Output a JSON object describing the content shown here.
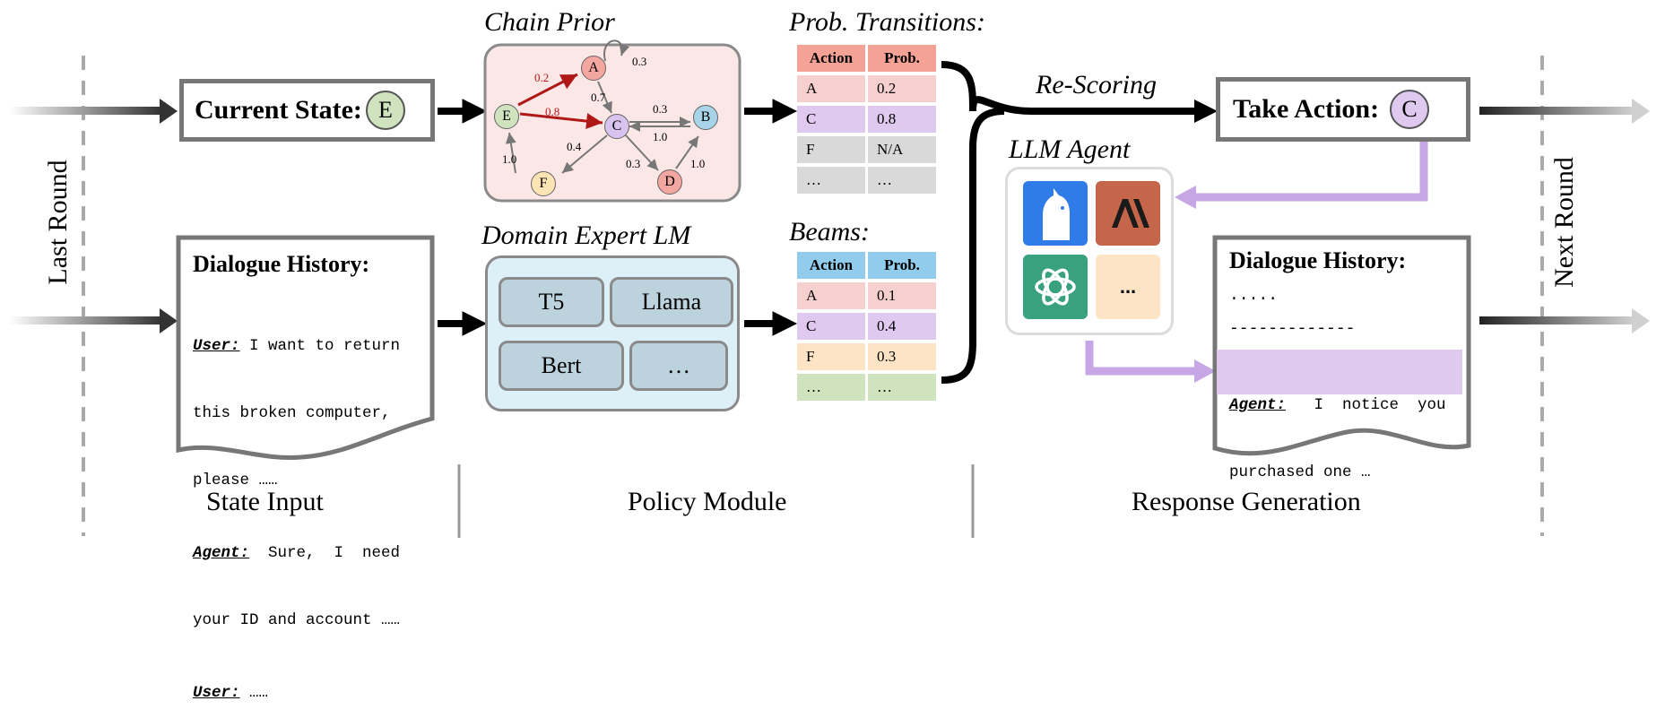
{
  "sections": {
    "left": "State Input",
    "middle": "Policy Module",
    "right": "Response Generation"
  },
  "side_labels": {
    "last_round": "Last Round",
    "next_round": "Next Round"
  },
  "current_state": {
    "label": "Current State:",
    "node": "E"
  },
  "chain_prior": {
    "title": "Chain Prior",
    "nodes": [
      "A",
      "B",
      "C",
      "D",
      "E",
      "F"
    ],
    "edge_labels": {
      "AA": "0.3",
      "EA": "0.2",
      "EC": "0.8",
      "AC": "0.7",
      "CB": "0.3",
      "BC": "1.0",
      "CF": "0.4",
      "FE": "1.0",
      "CD": "0.3",
      "DB": "1.0"
    }
  },
  "prob_transitions": {
    "title": "Prob. Transitions:",
    "headers": [
      "Action",
      "Prob."
    ],
    "rows": [
      [
        "A",
        "0.2"
      ],
      [
        "C",
        "0.8"
      ],
      [
        "F",
        "N/A"
      ],
      [
        "…",
        "…"
      ]
    ]
  },
  "domain_lm": {
    "title": "Domain Expert LM",
    "models": [
      "T5",
      "Llama",
      "Bert",
      "…"
    ]
  },
  "beams": {
    "title": "Beams:",
    "headers": [
      "Action",
      "Prob."
    ],
    "rows": [
      [
        "A",
        "0.1"
      ],
      [
        "C",
        "0.4"
      ],
      [
        "F",
        "0.3"
      ],
      [
        "…",
        "…"
      ]
    ]
  },
  "rescoring": "Re-Scoring",
  "take_action": {
    "label": "Take Action:",
    "node": "C"
  },
  "llm_agent": {
    "title": "LLM Agent",
    "more": "..."
  },
  "dialogue_left": {
    "title": "Dialogue History",
    "colon": ":",
    "lines": [
      {
        "speaker": "User:",
        "text": " I want to return"
      },
      {
        "speaker": "",
        "text": "this broken computer,"
      },
      {
        "speaker": "",
        "text": "please ……"
      },
      {
        "speaker": "Agent:",
        "text": "  Sure,  I  need"
      },
      {
        "speaker": "",
        "text": "your ID and account ……"
      },
      {
        "speaker": "User:",
        "text": " ……"
      }
    ]
  },
  "dialogue_right": {
    "title": "Dialogue History",
    "colon": ":",
    "dots": ".....",
    "divider": "-------------",
    "agent_speaker": "Agent:",
    "agent_line1": "   I  notice  you",
    "agent_line2": "purchased one …"
  },
  "colors": {
    "red_row": "#f6cfcf",
    "purple_row": "#dfc9ee",
    "gray_row": "#d9d9d9",
    "orange_row": "#fde4c4",
    "green_row": "#cfe3bf",
    "red_header": "#f4a196",
    "blue_header": "#91ccec",
    "chain_bg": "#fbe7e6",
    "lm_bg": "#def0f7",
    "purple_accent": "#c7a6e5"
  }
}
